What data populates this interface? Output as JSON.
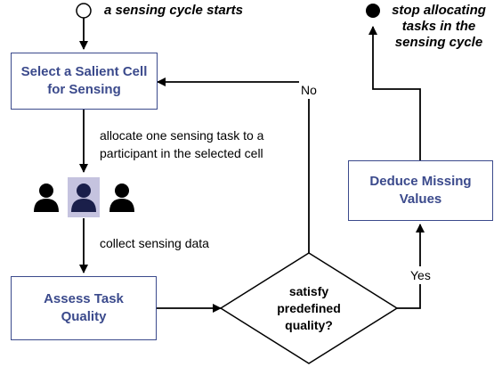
{
  "start": {
    "label": "a sensing cycle starts"
  },
  "end": {
    "label_lines": [
      "stop allocating",
      "tasks in the",
      "sensing cycle"
    ]
  },
  "steps": {
    "select": {
      "label_lines": [
        "Select a Salient Cell",
        "for Sensing"
      ]
    },
    "assess": {
      "label_lines": [
        "Assess Task",
        "Quality"
      ]
    },
    "deduce": {
      "label_lines": [
        "Deduce Missing",
        "Values"
      ]
    }
  },
  "decision": {
    "label_lines": [
      "satisfy",
      "predefined",
      "quality?"
    ]
  },
  "edges": {
    "allocate_lines": [
      "allocate one sensing task to a",
      "participant  in the selected cell"
    ],
    "collect": "collect sensing data",
    "no": "No",
    "yes": "Yes"
  },
  "participants": {
    "count": 3,
    "highlighted_index": 1
  },
  "colors": {
    "box_border": "#3b4a8c",
    "box_text": "#3b4a8c",
    "highlight_bg": "#c5c3df",
    "arrow": "#000000"
  }
}
